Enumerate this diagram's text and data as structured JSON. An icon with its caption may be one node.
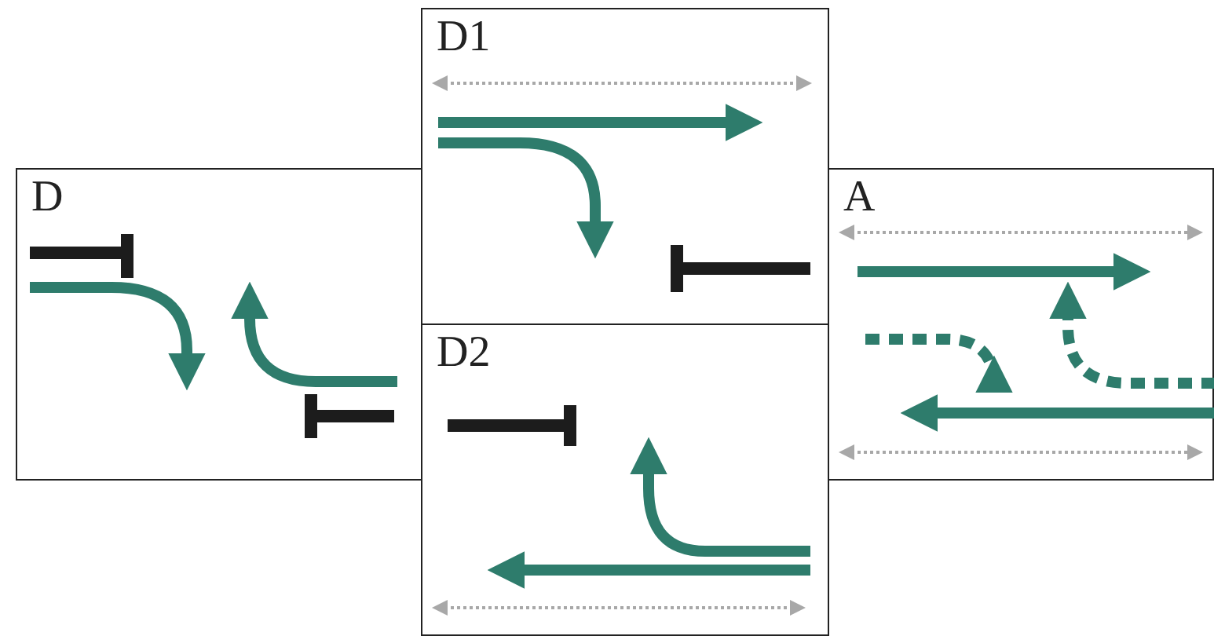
{
  "diagram": {
    "nodes": [
      {
        "text": [
          "D"
        ]
      },
      {
        "text": [
          "D1"
        ]
      },
      {
        "text": [
          "D2"
        ]
      },
      {
        "text": [
          "A"
        ]
      }
    ]
  }
}
